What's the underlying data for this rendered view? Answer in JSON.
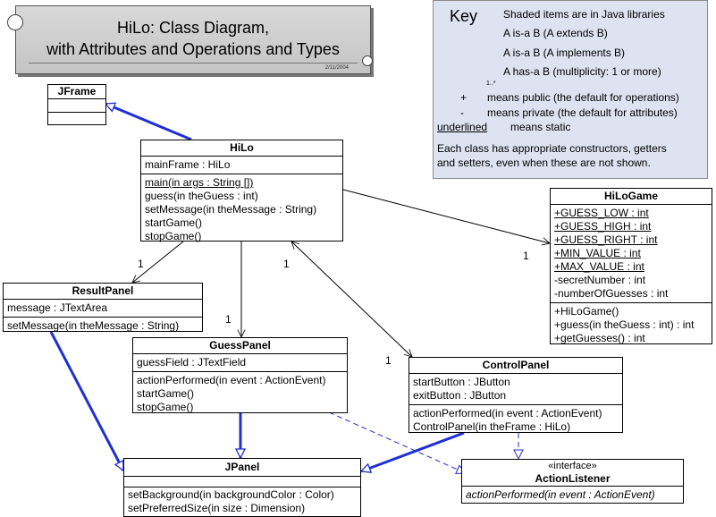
{
  "title": {
    "line1": "HiLo:  Class Diagram,",
    "line2": "with Attributes and Operations and Types",
    "date": "2/11/2004"
  },
  "key": {
    "title": "Key",
    "shaded": "Shaded items are in Java libraries",
    "extends": "A is-a B   (A extends B)",
    "implements": "A is-a B   (A implements B)",
    "has_a": "A has-a B (multiplicity: 1 or more)",
    "multiplicity_label": "1..*",
    "public_symbol": "+",
    "public_text": "means public (the default for operations)",
    "private_symbol": "-",
    "private_text": "means private (the default for attributes)",
    "static_word": "underlined",
    "static_text": "means static",
    "note_line1": "Each class has appropriate constructors, getters",
    "note_line2": "and setters, even when these are not shown."
  },
  "classes": {
    "jframe": {
      "name": "JFrame"
    },
    "hilo": {
      "name": "HiLo",
      "attributes": [
        "mainFrame : HiLo"
      ],
      "operations": [
        "main(in args : String [])",
        "guess(in theGuess : int)",
        "setMessage(in theMessage : String)",
        "startGame()",
        "stopGame()"
      ]
    },
    "hilogame": {
      "name": "HiLoGame",
      "attributes": [
        "+GUESS_LOW : int",
        "+GUESS_HIGH : int",
        "+GUESS_RIGHT : int",
        "+MIN_VALUE : int",
        "+MAX_VALUE : int",
        "-secretNumber : int",
        "-numberOfGuesses : int"
      ],
      "operations": [
        "+HiLoGame()",
        "+guess(in theGuess : int) : int",
        "+getGuesses() : int"
      ]
    },
    "resultpanel": {
      "name": "ResultPanel",
      "attributes": [
        "message : JTextArea"
      ],
      "operations": [
        "setMessage(in theMessage : String)"
      ]
    },
    "guesspanel": {
      "name": "GuessPanel",
      "attributes": [
        "guessField : JTextField"
      ],
      "operations": [
        "actionPerformed(in event : ActionEvent)",
        "startGame()",
        "stopGame()"
      ]
    },
    "controlpanel": {
      "name": "ControlPanel",
      "attributes": [
        "startButton : JButton",
        "exitButton : JButton"
      ],
      "operations": [
        "actionPerformed(in event : ActionEvent)",
        "ControlPanel(in theFrame : HiLo)"
      ]
    },
    "jpanel": {
      "name": "JPanel",
      "operations": [
        "setBackground(in backgroundColor : Color)",
        "setPreferredSize(in size : Dimension)"
      ]
    },
    "actionlistener": {
      "stereotype": "«interface»",
      "name": "ActionListener",
      "operations": [
        "actionPerformed(in event : ActionEvent)"
      ]
    }
  },
  "multiplicities": {
    "hilo_resultpanel": "1",
    "hilo_guesspanel": "1",
    "hilo_controlpanel_a": "1",
    "hilo_controlpanel_b": "1",
    "hilo_hilogame": "1"
  },
  "colors": {
    "generalization": "#1f2fd6",
    "key_background": "#dde3f0"
  }
}
